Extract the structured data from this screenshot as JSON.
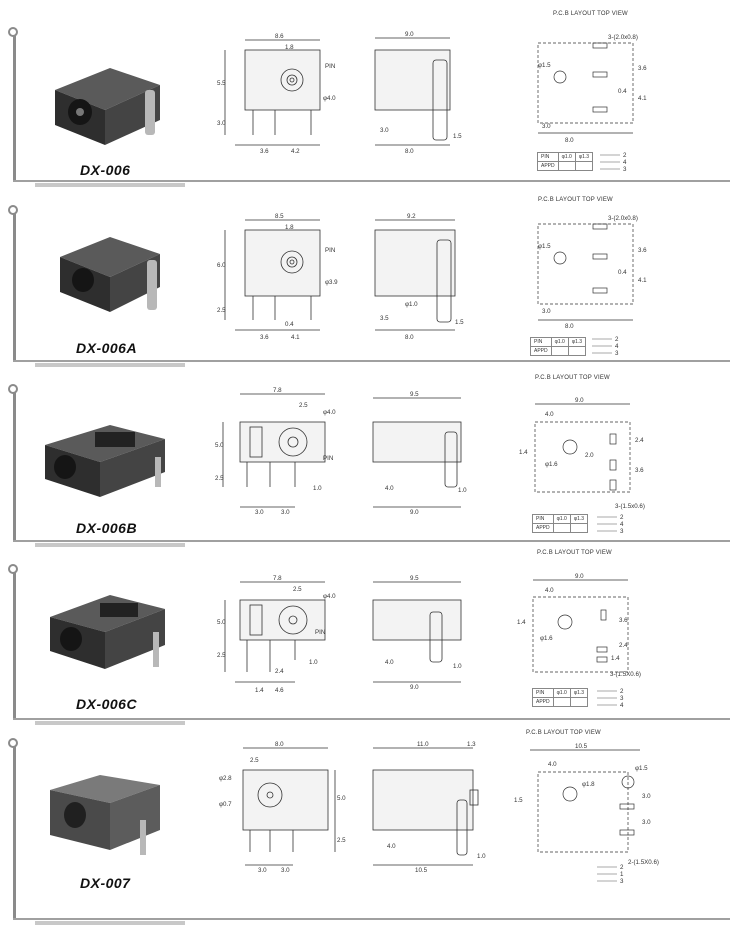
{
  "sections": [
    {
      "id": "dx006",
      "model": "DX-006",
      "pcb_title": "P.C.B LAYOUT    TOP VIEW",
      "front": {
        "width": "8.6",
        "pin_off": "1.8",
        "pin": "PIN",
        "dia": "φ4.0",
        "h1": "5.5",
        "h2": "3.0",
        "p1": "3.6",
        "p2": "4.2"
      },
      "side": {
        "len": "9.0",
        "a": "3.0",
        "b": "8.0",
        "c": "1.5"
      },
      "pcb": {
        "holes": "3-(2.0x0.8)",
        "dia": "φ1.5",
        "v1": "3.6",
        "v2": "0.4",
        "v3": "4.1",
        "h1": "3.0",
        "h2": "8.0"
      },
      "table": {
        "r1": [
          "PIN",
          "φ1.0",
          "φ1.3"
        ],
        "r2": [
          "APPD",
          "",
          ""
        ]
      },
      "legend": [
        "2",
        "4",
        "3"
      ]
    },
    {
      "id": "dx006a",
      "model": "DX-006A",
      "pcb_title": "P.C.B LAYOUT    TOP VIEW",
      "front": {
        "width": "8.5",
        "pin_off": "1.8",
        "pin": "PIN",
        "dia": "φ3.9",
        "h1": "6.0",
        "h2": "2.5",
        "p0": "0.4",
        "p1": "3.6",
        "p2": "4.1"
      },
      "side": {
        "len": "9.2",
        "d": "φ1.0",
        "a": "3.5",
        "b": "8.0",
        "c": "1.5"
      },
      "pcb": {
        "holes": "3-(2.0x0.8)",
        "dia": "φ1.5",
        "v1": "3.6",
        "v2": "0.4",
        "v3": "4.1",
        "h1": "3.0",
        "h2": "8.0"
      },
      "table": {
        "r1": [
          "PIN",
          "φ1.0",
          "φ1.3"
        ],
        "r2": [
          "APPD",
          "",
          ""
        ]
      },
      "legend": [
        "2",
        "4",
        "3"
      ]
    },
    {
      "id": "dx006b",
      "model": "DX-006B",
      "pcb_title": "P.C.B LAYOUT    TOP VIEW",
      "front": {
        "width": "7.8",
        "off": "2.5",
        "dia": "φ4.0",
        "pin": "PIN",
        "h1": "5.0",
        "h2": "2.5",
        "p1": "3.0",
        "p2": "3.0",
        "p3": "1.0"
      },
      "side": {
        "len": "9.5",
        "a": "4.0",
        "b": "9.0",
        "c": "1.0"
      },
      "pcb": {
        "w": "9.0",
        "a": "4.0",
        "dia": "φ1.6",
        "v1": "1.4",
        "v2": "2.0",
        "v3": "2.4",
        "v4": "3.6",
        "holes": "3-(1.5x0.6)"
      },
      "table": {
        "r1": [
          "PIN",
          "φ1.0",
          "φ1.3"
        ],
        "r2": [
          "APPD",
          "",
          ""
        ]
      },
      "legend": [
        "2",
        "4",
        "3"
      ]
    },
    {
      "id": "dx006c",
      "model": "DX-006C",
      "pcb_title": "P.C.B LAYOUT    TOP VIEW",
      "front": {
        "width": "7.8",
        "off": "2.5",
        "dia": "φ4.0",
        "pin": "PIN",
        "h1": "5.0",
        "h2": "2.5",
        "p0": "2.4",
        "p1": "1.4",
        "p2": "4.6",
        "p3": "1.0"
      },
      "side": {
        "len": "9.5",
        "a": "4.0",
        "b": "9.0",
        "c": "1.0"
      },
      "pcb": {
        "w": "9.0",
        "a": "4.0",
        "dia": "φ1.6",
        "v1": "1.4",
        "v2": "3.6",
        "v3": "2.4",
        "v4": "1.4",
        "holes": "3-(1.5X0.6)"
      },
      "table": {
        "r1": [
          "PIN",
          "φ1.0",
          "φ1.3"
        ],
        "r2": [
          "APPD",
          "",
          ""
        ]
      },
      "legend": [
        "2",
        "3",
        "4"
      ]
    },
    {
      "id": "dx007",
      "model": "DX-007",
      "pcb_title": "P.C.B LAYOUT    TOP VIEW",
      "front": {
        "width": "8.0",
        "off": "2.5",
        "d1": "φ2.8",
        "d2": "φ0.7",
        "h1": "5.0",
        "h2": "2.5",
        "p1": "3.0",
        "p2": "3.0"
      },
      "side": {
        "len": "11.0",
        "e": "1.3",
        "a": "4.0",
        "b": "10.5",
        "c": "1.0"
      },
      "pcb": {
        "w": "10.5",
        "a": "4.0",
        "dia": "φ1.8",
        "dia2": "φ1.5",
        "v1": "1.5",
        "v2": "3.0",
        "v3": "3.0",
        "holes": "2-(1.5X0.6)"
      },
      "legend": [
        "2",
        "1",
        "3"
      ]
    }
  ]
}
